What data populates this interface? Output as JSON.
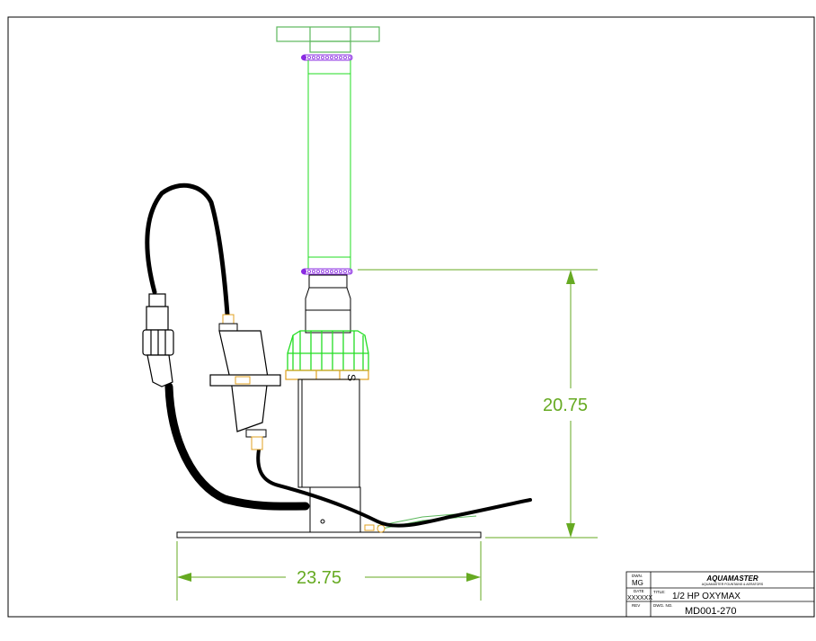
{
  "dimensions": {
    "height": "20.75",
    "width": "23.75"
  },
  "title_block": {
    "drawn_label": "DWN.",
    "drawn_value": "MG",
    "date_label": "DATE",
    "date_value": "XXXXXX",
    "rev_label": "REV",
    "title_label": "TITLE:",
    "title_value": "1/2 HP OXYMAX",
    "dwg_label": "DWG. NO.",
    "dwg_value": "MD001-270",
    "company": "AQUAMASTER",
    "company_sub": "AQUAMASTER FOUNTAINS & AERATORS"
  },
  "colors": {
    "outline_green": "#5cb85c",
    "bright_green": "#22dd22",
    "dimension_green": "#66aa22",
    "purple": "#8a2be2",
    "orange": "#e0a020",
    "cable": "#000000"
  }
}
